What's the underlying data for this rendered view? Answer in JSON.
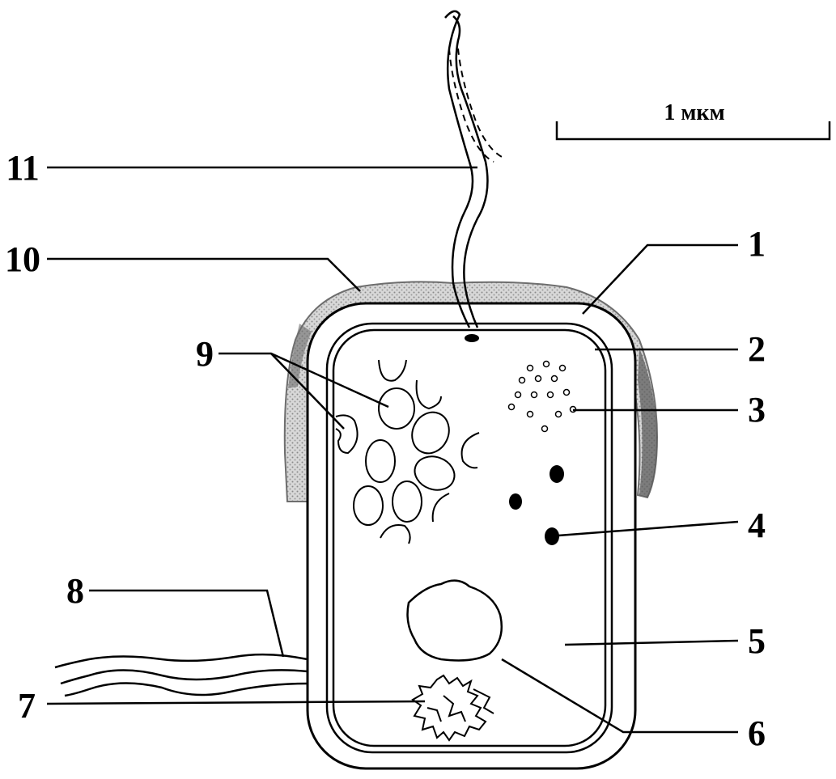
{
  "scale_bar": {
    "label": "1 мкм"
  },
  "labels": [
    {
      "id": "1",
      "text": "1"
    },
    {
      "id": "2",
      "text": "2"
    },
    {
      "id": "3",
      "text": "3"
    },
    {
      "id": "4",
      "text": "4"
    },
    {
      "id": "5",
      "text": "5"
    },
    {
      "id": "6",
      "text": "6"
    },
    {
      "id": "7",
      "text": "7"
    },
    {
      "id": "8",
      "text": "8"
    },
    {
      "id": "9",
      "text": "9"
    },
    {
      "id": "10",
      "text": "10"
    },
    {
      "id": "11",
      "text": "11"
    }
  ],
  "colors": {
    "ink": "#000000",
    "capsule": "#bdbdbd",
    "background": "#ffffff"
  }
}
